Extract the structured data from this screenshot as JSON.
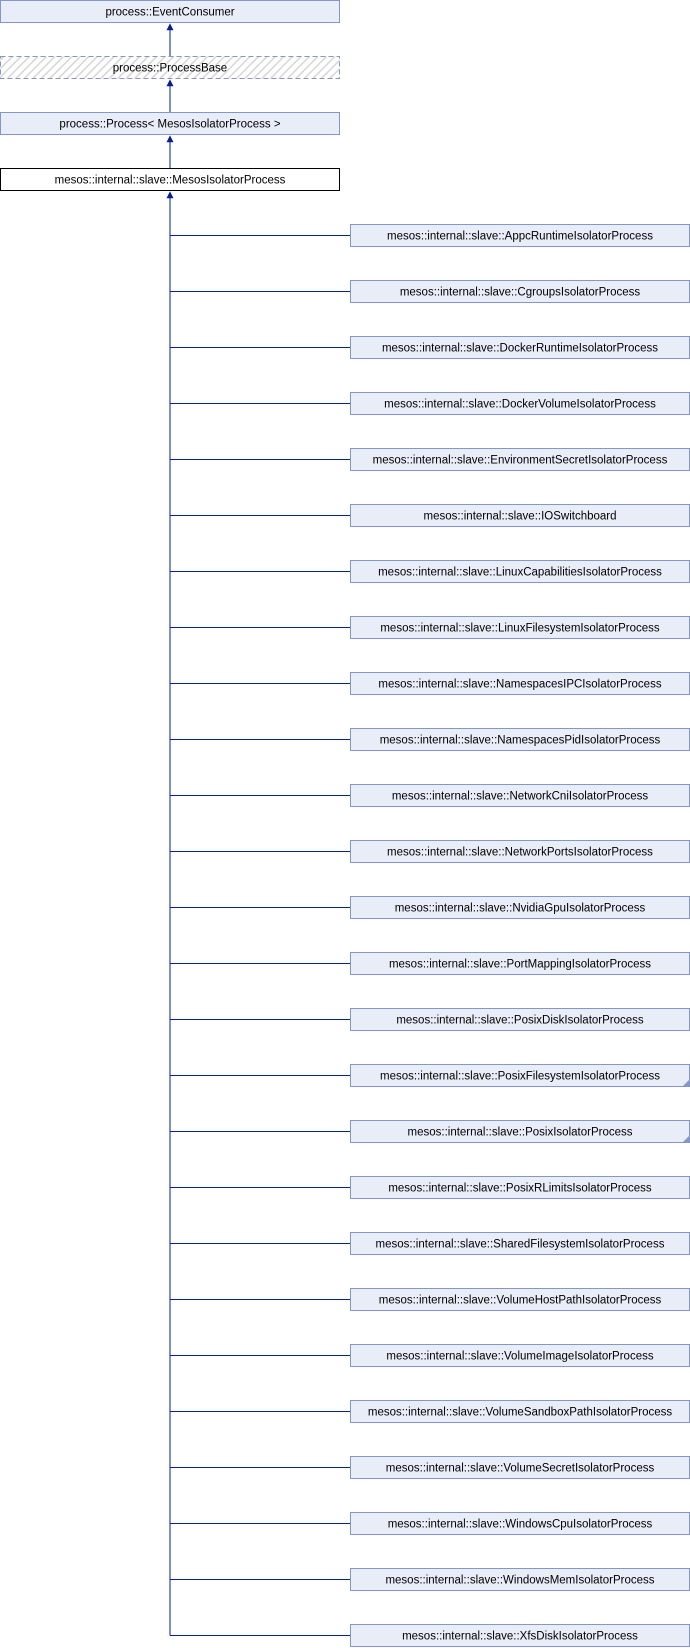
{
  "diagram": {
    "ancestors": [
      {
        "label": "process::EventConsumer",
        "style": "normal"
      },
      {
        "label": "process::ProcessBase",
        "style": "hatched"
      },
      {
        "label": "process::Process< MesosIsolatorProcess >",
        "style": "normal"
      }
    ],
    "focus": {
      "label": "mesos::internal::slave::MesosIsolatorProcess"
    },
    "children": [
      {
        "label": "mesos::internal::slave::AppcRuntimeIsolatorProcess",
        "truncated": false
      },
      {
        "label": "mesos::internal::slave::CgroupsIsolatorProcess",
        "truncated": false
      },
      {
        "label": "mesos::internal::slave::DockerRuntimeIsolatorProcess",
        "truncated": false
      },
      {
        "label": "mesos::internal::slave::DockerVolumeIsolatorProcess",
        "truncated": false
      },
      {
        "label": "mesos::internal::slave::EnvironmentSecretIsolatorProcess",
        "truncated": false
      },
      {
        "label": "mesos::internal::slave::IOSwitchboard",
        "truncated": false
      },
      {
        "label": "mesos::internal::slave::LinuxCapabilitiesIsolatorProcess",
        "truncated": false
      },
      {
        "label": "mesos::internal::slave::LinuxFilesystemIsolatorProcess",
        "truncated": false
      },
      {
        "label": "mesos::internal::slave::NamespacesIPCIsolatorProcess",
        "truncated": false
      },
      {
        "label": "mesos::internal::slave::NamespacesPidIsolatorProcess",
        "truncated": false
      },
      {
        "label": "mesos::internal::slave::NetworkCniIsolatorProcess",
        "truncated": false
      },
      {
        "label": "mesos::internal::slave::NetworkPortsIsolatorProcess",
        "truncated": false
      },
      {
        "label": "mesos::internal::slave::NvidiaGpuIsolatorProcess",
        "truncated": false
      },
      {
        "label": "mesos::internal::slave::PortMappingIsolatorProcess",
        "truncated": false
      },
      {
        "label": "mesos::internal::slave::PosixDiskIsolatorProcess",
        "truncated": false
      },
      {
        "label": "mesos::internal::slave::PosixFilesystemIsolatorProcess",
        "truncated": true
      },
      {
        "label": "mesos::internal::slave::PosixIsolatorProcess",
        "truncated": true
      },
      {
        "label": "mesos::internal::slave::PosixRLimitsIsolatorProcess",
        "truncated": false
      },
      {
        "label": "mesos::internal::slave::SharedFilesystemIsolatorProcess",
        "truncated": false
      },
      {
        "label": "mesos::internal::slave::VolumeHostPathIsolatorProcess",
        "truncated": false
      },
      {
        "label": "mesos::internal::slave::VolumeImageIsolatorProcess",
        "truncated": false
      },
      {
        "label": "mesos::internal::slave::VolumeSandboxPathIsolatorProcess",
        "truncated": false
      },
      {
        "label": "mesos::internal::slave::VolumeSecretIsolatorProcess",
        "truncated": false
      },
      {
        "label": "mesos::internal::slave::WindowsCpuIsolatorProcess",
        "truncated": false
      },
      {
        "label": "mesos::internal::slave::WindowsMemIsolatorProcess",
        "truncated": false
      },
      {
        "label": "mesos::internal::slave::XfsDiskIsolatorProcess",
        "truncated": false
      }
    ],
    "colors": {
      "node_fill": "#e8edf7",
      "node_border": "#8497c8",
      "focus_fill": "#ffffff",
      "focus_border": "#000000",
      "edge": "#0a1e8c",
      "hatch": "#d6d6d6"
    }
  }
}
